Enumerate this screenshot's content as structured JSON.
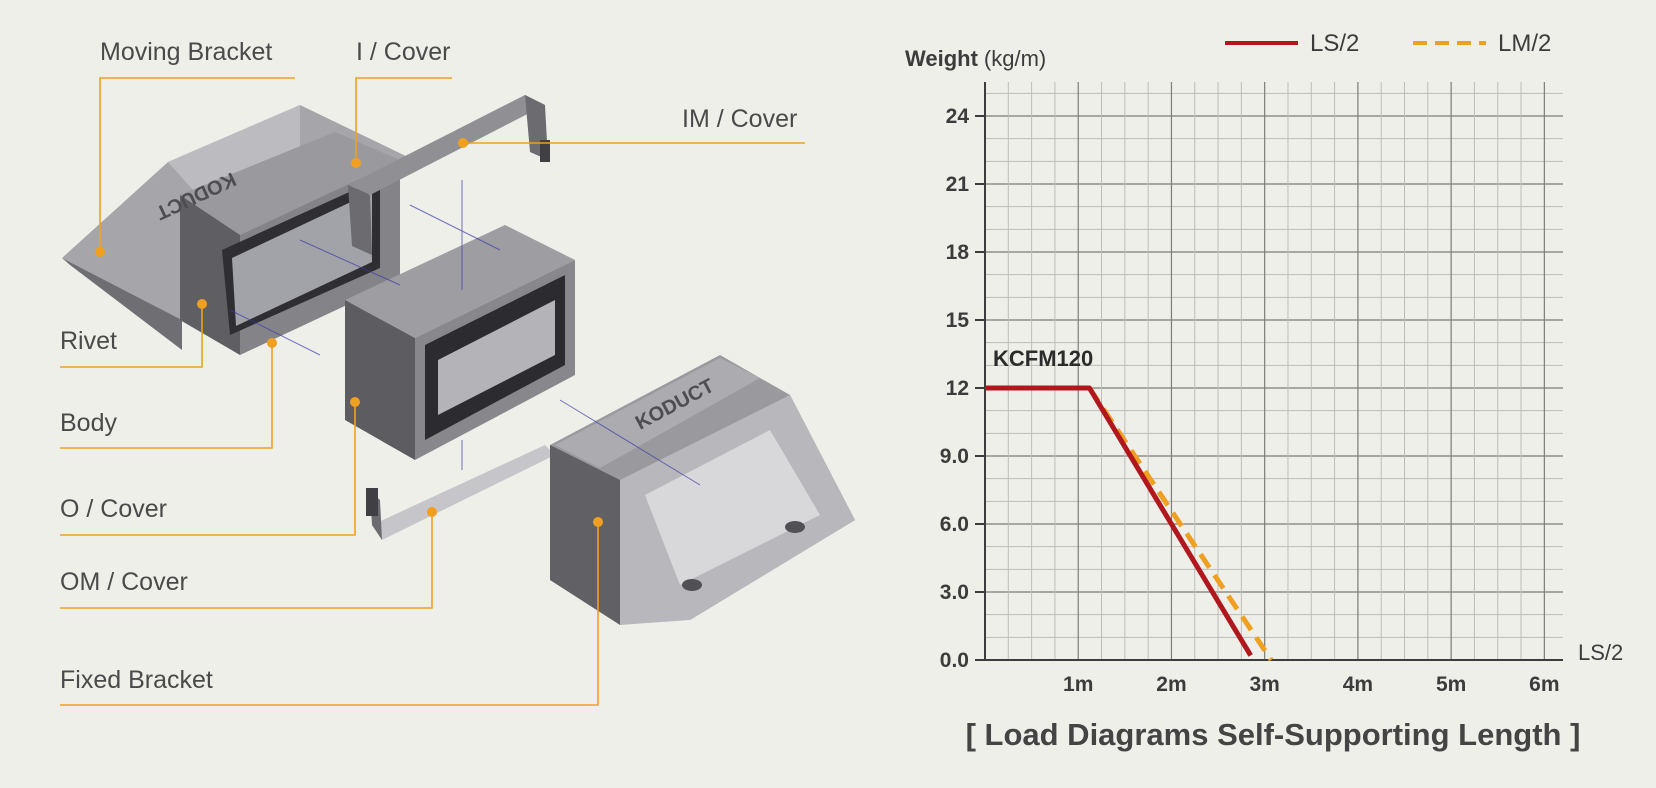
{
  "illustration": {
    "brand_mark": "KODUCT",
    "labels": {
      "moving_bracket": "Moving Bracket",
      "i_cover": "I / Cover",
      "im_cover": "IM / Cover",
      "rivet": "Rivet",
      "body": "Body",
      "o_cover": "O / Cover",
      "om_cover": "OM / Cover",
      "fixed_bracket": "Fixed Bracket"
    },
    "leader_color": "#f0a020",
    "part_color": "#8f8f94"
  },
  "chart_data": {
    "type": "line",
    "ylabel_bold": "Weight",
    "ylabel_unit": "(kg/m)",
    "xlabel": "LS/2",
    "annotation": "KCFM120",
    "caption": "[ Load Diagrams Self-Supporting Length ]",
    "ylim": [
      0,
      25.5
    ],
    "xlim": [
      0,
      6.2
    ],
    "y_ticks": [
      {
        "value": 0,
        "label": "0.0"
      },
      {
        "value": 3,
        "label": "3.0"
      },
      {
        "value": 6,
        "label": "6.0"
      },
      {
        "value": 9,
        "label": "9.0"
      },
      {
        "value": 12,
        "label": "12"
      },
      {
        "value": 15,
        "label": "15"
      },
      {
        "value": 18,
        "label": "18"
      },
      {
        "value": 21,
        "label": "21"
      },
      {
        "value": 24,
        "label": "24"
      }
    ],
    "x_ticks": [
      {
        "value": 1,
        "label": "1m"
      },
      {
        "value": 2,
        "label": "2m"
      },
      {
        "value": 3,
        "label": "3m"
      },
      {
        "value": 4,
        "label": "4m"
      },
      {
        "value": 5,
        "label": "5m"
      },
      {
        "value": 6,
        "label": "6m"
      }
    ],
    "series": [
      {
        "name": "LS/2",
        "color": "#b0181e",
        "dash": false,
        "x": [
          0,
          1.12,
          2.85
        ],
        "y": [
          12,
          12,
          0.2
        ]
      },
      {
        "name": "LM/2",
        "color": "#f0a020",
        "dash": true,
        "x": [
          1.12,
          3.07
        ],
        "y": [
          12,
          0
        ]
      }
    ],
    "grid": true,
    "legend_position": "top-right"
  }
}
